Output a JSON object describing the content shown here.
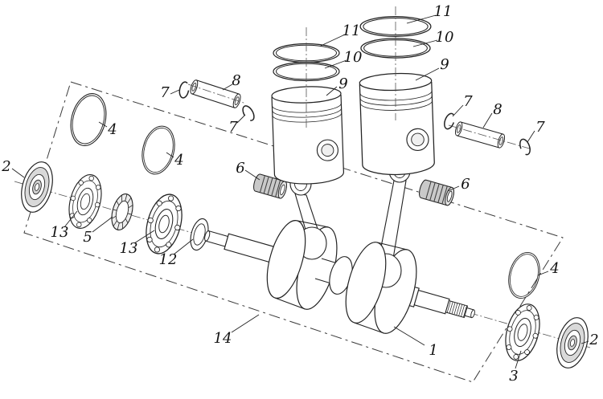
{
  "app": {
    "type": "exploded-parts-diagram"
  },
  "colors": {
    "background": "#ffffff",
    "line": "#222222",
    "shade": "#d9d9d9"
  },
  "diagram": {
    "callouts": [
      {
        "label": "11",
        "part": "piston-ring-top-right"
      },
      {
        "label": "10",
        "part": "piston-ring-second-right"
      },
      {
        "label": "9",
        "part": "piston-right"
      },
      {
        "label": "11",
        "part": "piston-ring-top-left"
      },
      {
        "label": "10",
        "part": "piston-ring-second-left"
      },
      {
        "label": "9",
        "part": "piston-left"
      },
      {
        "label": "8",
        "part": "piston-pin-left"
      },
      {
        "label": "7",
        "part": "circlip-left-outer"
      },
      {
        "label": "7",
        "part": "circlip-left-inner"
      },
      {
        "label": "4",
        "part": "gasket-ring-left-outer"
      },
      {
        "label": "4",
        "part": "gasket-ring-left-inner"
      },
      {
        "label": "2",
        "part": "oil-seal-left"
      },
      {
        "label": "13",
        "part": "ball-bearing-left-outer"
      },
      {
        "label": "5",
        "part": "bearing-cage"
      },
      {
        "label": "13",
        "part": "ball-bearing-left-inner"
      },
      {
        "label": "12",
        "part": "shim-washer"
      },
      {
        "label": "6",
        "part": "needle-bearing-left"
      },
      {
        "label": "6",
        "part": "needle-bearing-right"
      },
      {
        "label": "7",
        "part": "circlip-right-inner"
      },
      {
        "label": "8",
        "part": "piston-pin-right"
      },
      {
        "label": "7",
        "part": "circlip-right-outer"
      },
      {
        "label": "4",
        "part": "gasket-ring-right"
      },
      {
        "label": "2",
        "part": "oil-seal-right"
      },
      {
        "label": "3",
        "part": "ball-bearing-right"
      },
      {
        "label": "1",
        "part": "crankshaft"
      },
      {
        "label": "14",
        "part": "crankshaft-assembly-boundary"
      }
    ]
  }
}
